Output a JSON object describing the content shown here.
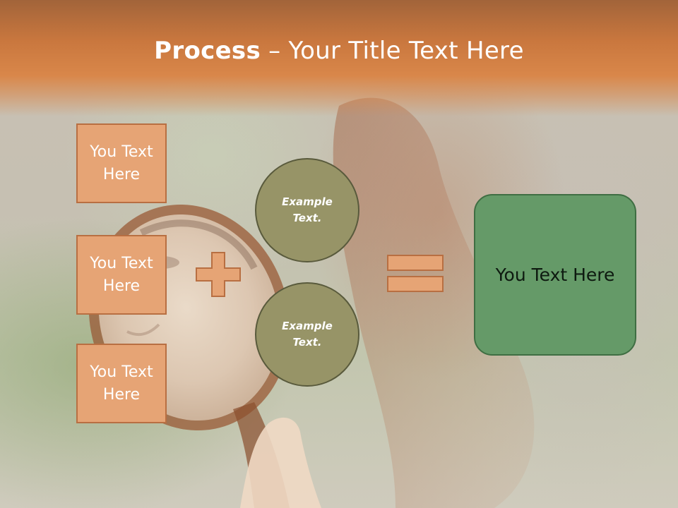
{
  "slide": {
    "title_bold": "Process",
    "title_rest": " – Your Title Text Here",
    "left_boxes": [
      {
        "label": "You Text Here"
      },
      {
        "label": "You Text Here"
      },
      {
        "label": "You Text Here"
      }
    ],
    "circles": [
      {
        "label": "Example Text."
      },
      {
        "label": "Example Text."
      }
    ],
    "result_label": "You Text Here"
  },
  "colors": {
    "header_orange": "#d9874a",
    "box_fill": "#e6a475",
    "box_border": "#b86f42",
    "circle_fill": "#979467",
    "result_fill": "#659a68"
  },
  "icons": [
    "plus-icon",
    "equals-icon"
  ]
}
